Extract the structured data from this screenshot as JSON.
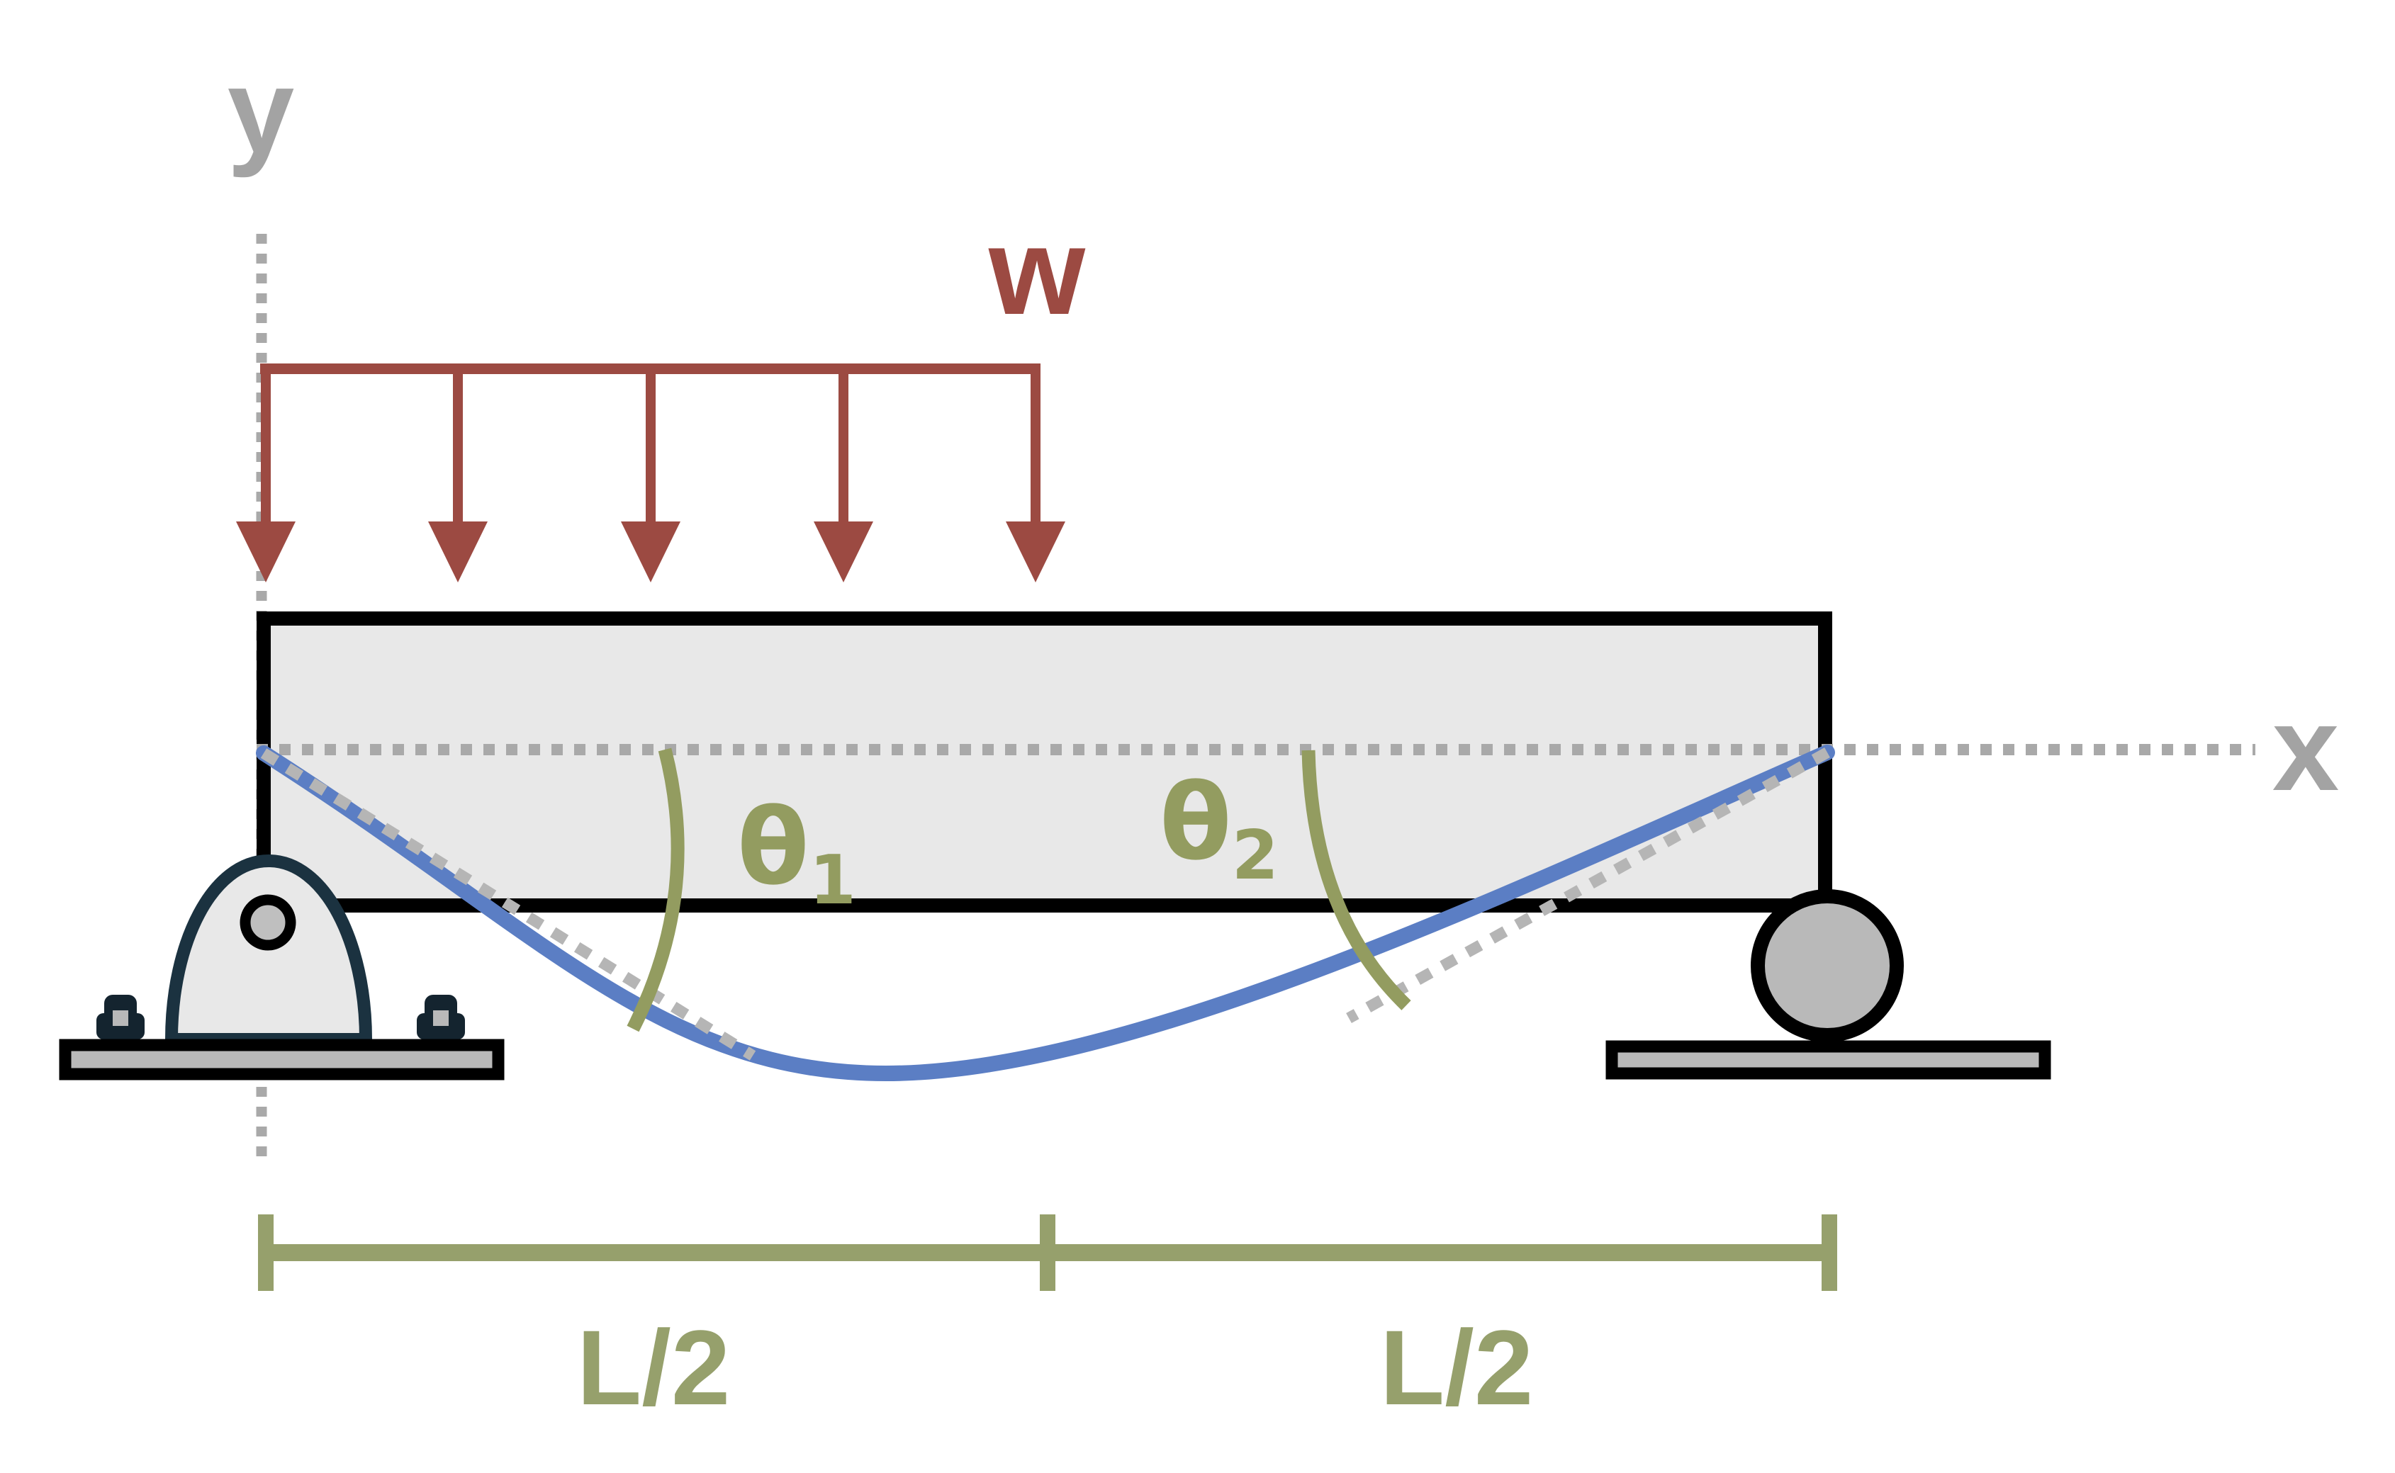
{
  "title": "Simply supported beam deflection diagram with uniformly distributed load on left half",
  "labels": {
    "axis_y": "y",
    "axis_x": "x",
    "load": "w",
    "theta": "θ",
    "theta1_sub": "1",
    "theta2_sub": "2",
    "dim_left": "L/2",
    "dim_right": "L/2"
  },
  "colors": {
    "load_red": "#9c4a42",
    "deflection_blue": "#5b7ec4",
    "dimension_olive": "#96a06c",
    "angle_olive": "#939c60",
    "axis_gray": "#a9a9a9",
    "tangent_gray": "#b5b5b5",
    "beam_fill": "#e8e8e8",
    "beam_border": "#000000",
    "support_outline": "#1b3240",
    "plate_fill": "#b9b9b9",
    "roller_fill": "#b9b9b9",
    "background": "#ffffff"
  },
  "diagram": {
    "type": "beam-deflection-schematic",
    "beam": {
      "shape": "rectangle",
      "orientation": "horizontal"
    },
    "load": {
      "kind": "uniformly-distributed",
      "label": "w",
      "extent": "left half of beam (from left support to midspan)",
      "arrow_count": 5,
      "direction": "down"
    },
    "supports": [
      {
        "kind": "pin",
        "position": "left",
        "parts": [
          "dome-with-hole",
          "base-plate",
          "two-bolts"
        ]
      },
      {
        "kind": "roller",
        "position": "right",
        "parts": [
          "circle",
          "base-plate"
        ]
      }
    ],
    "axes": {
      "y": "vertical dotted line at left support",
      "x": "horizontal dotted line through beam mid-depth"
    },
    "deflection_curve": "blue curve sagging from left support to right support, maximum deflection slightly left of midspan",
    "tangent_lines": "gray dotted tangents to the deflection curve at each support",
    "angles": [
      {
        "label": "θ1",
        "location": "between x-axis and left tangent"
      },
      {
        "label": "θ2",
        "location": "between x-axis and right tangent"
      }
    ],
    "dimensions": {
      "segments": [
        "L/2",
        "L/2"
      ],
      "measured_along": "beam span from left support to midspan to right support"
    }
  }
}
